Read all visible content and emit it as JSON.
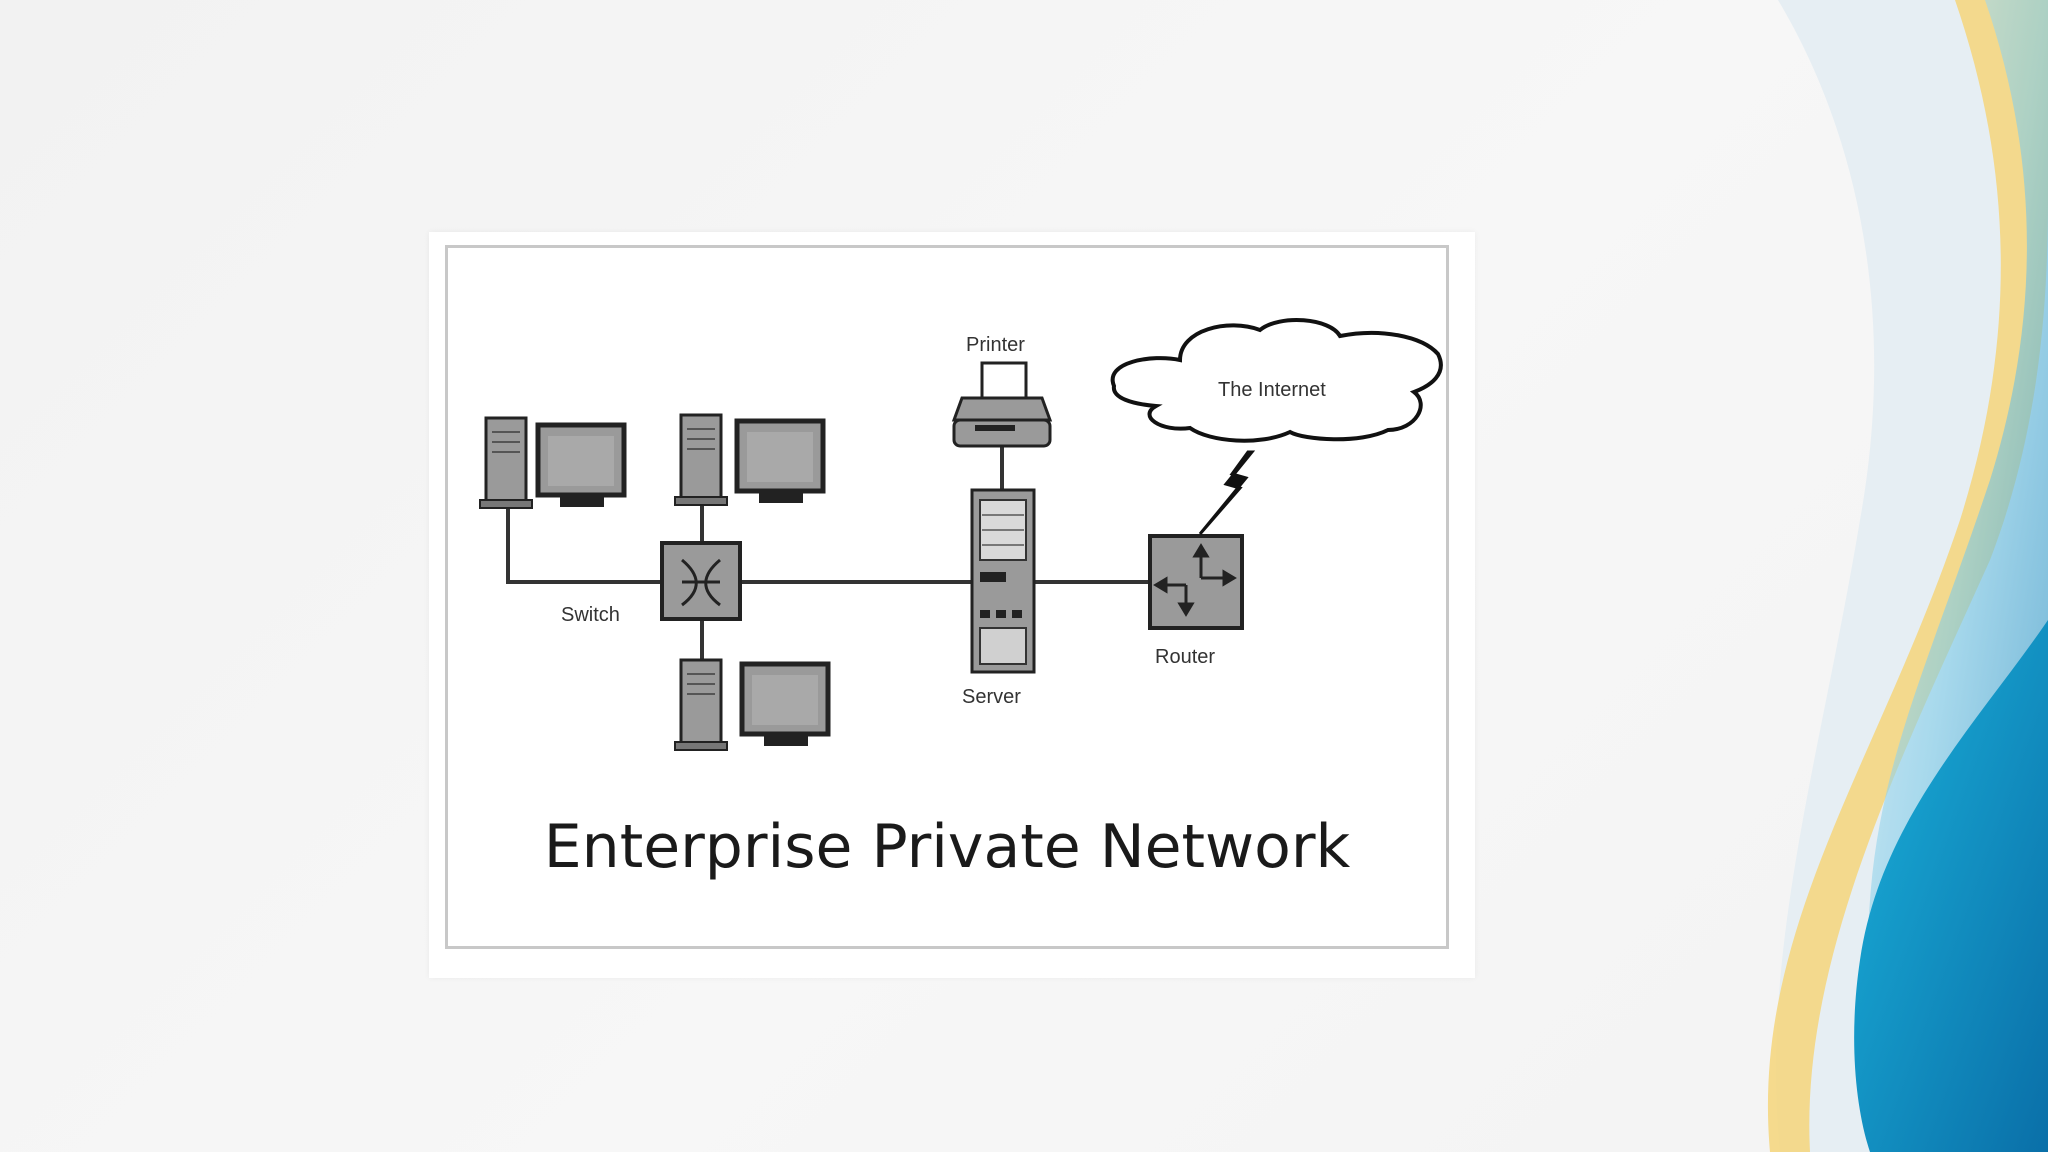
{
  "labels": {
    "printer": "Printer",
    "internet": "The Internet",
    "switch": "Switch",
    "server": "Server",
    "router": "Router"
  },
  "caption": "Enterprise Private Network",
  "colors": {
    "device_gray": "#9a9a9a",
    "outline": "#222222",
    "accent_blue": "#1aa3d1",
    "accent_yellow": "#f4d57a"
  }
}
